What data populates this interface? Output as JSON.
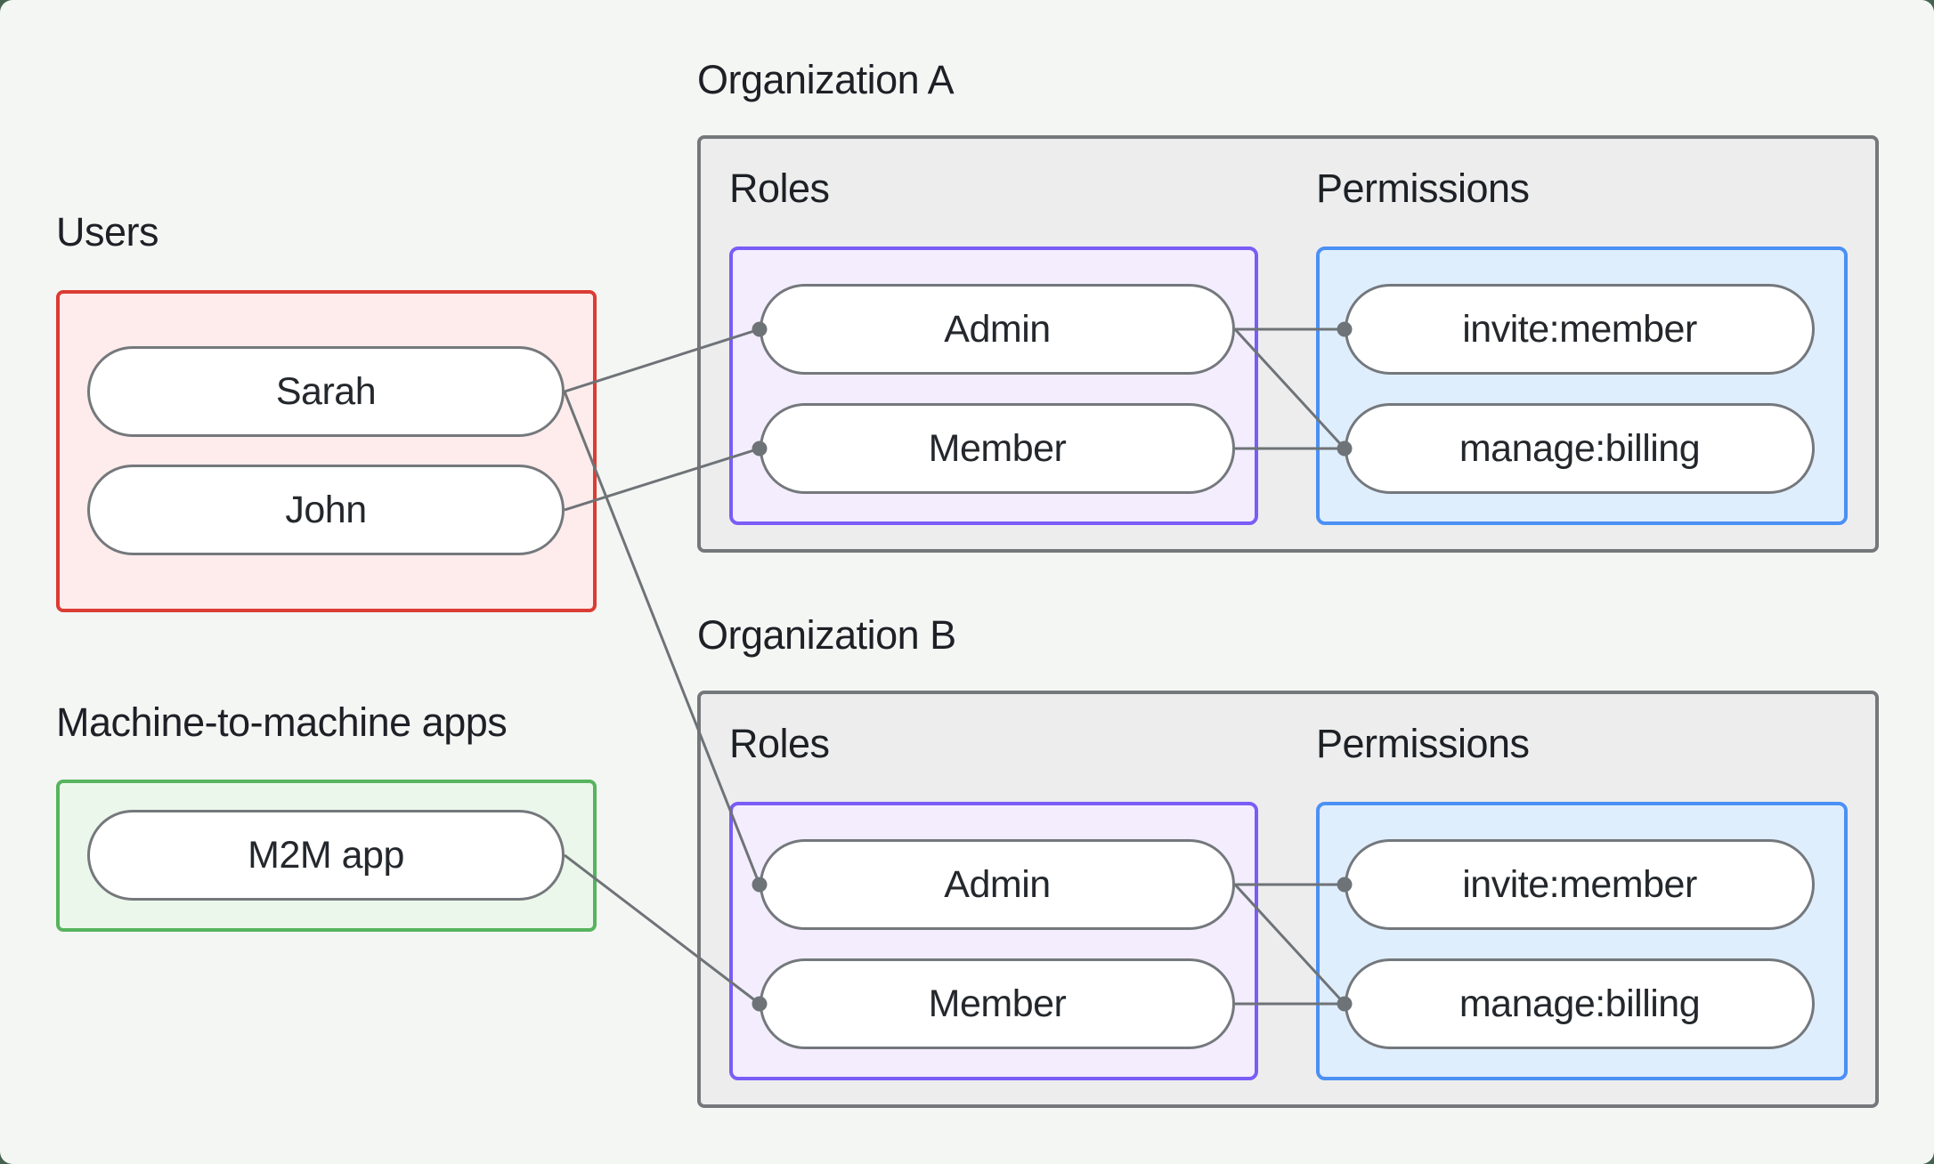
{
  "page": {
    "backdrop_color": "#44634f",
    "card_color": "#f4f6f4"
  },
  "colors": {
    "users_box_border": "#db3c34",
    "users_box_fill": "#fdeceb",
    "m2m_box_border": "#57b45e",
    "m2m_box_fill": "#ecf7ec",
    "org_box_border": "#75787b",
    "org_box_fill": "#ededee",
    "roles_box_border": "#7a5cf6",
    "roles_box_fill": "#f3edfd",
    "permissions_box_border": "#4b90f4",
    "permissions_box_fill": "#dfeefd",
    "pill_fill": "#ffffff",
    "pill_border": "#74787c",
    "connector": "#6e7377",
    "text": "#1d2126"
  },
  "users_group": {
    "label": "Users",
    "members": [
      "Sarah",
      "John"
    ]
  },
  "m2m_group": {
    "label": "Machine-to-machine apps",
    "members": [
      "M2M app"
    ]
  },
  "organizations": [
    {
      "title": "Organization A",
      "roles_label": "Roles",
      "permissions_label": "Permissions",
      "roles": [
        "Admin",
        "Member"
      ],
      "permissions": [
        "invite:member",
        "manage:billing"
      ]
    },
    {
      "title": "Organization B",
      "roles_label": "Roles",
      "permissions_label": "Permissions",
      "roles": [
        "Admin",
        "Member"
      ],
      "permissions": [
        "invite:member",
        "manage:billing"
      ]
    }
  ],
  "connections": [
    {
      "from": "Sarah",
      "to": "Organization A / Admin"
    },
    {
      "from": "Sarah",
      "to": "Organization B / Admin"
    },
    {
      "from": "John",
      "to": "Organization A / Member"
    },
    {
      "from": "M2M app",
      "to": "Organization B / Member"
    },
    {
      "from": "Organization A / Admin",
      "to": "Organization A / invite:member"
    },
    {
      "from": "Organization A / Admin",
      "to": "Organization A / manage:billing"
    },
    {
      "from": "Organization A / Member",
      "to": "Organization A / manage:billing"
    },
    {
      "from": "Organization B / Admin",
      "to": "Organization B / invite:member"
    },
    {
      "from": "Organization B / Admin",
      "to": "Organization B / manage:billing"
    },
    {
      "from": "Organization B / Member",
      "to": "Organization B / manage:billing"
    }
  ]
}
